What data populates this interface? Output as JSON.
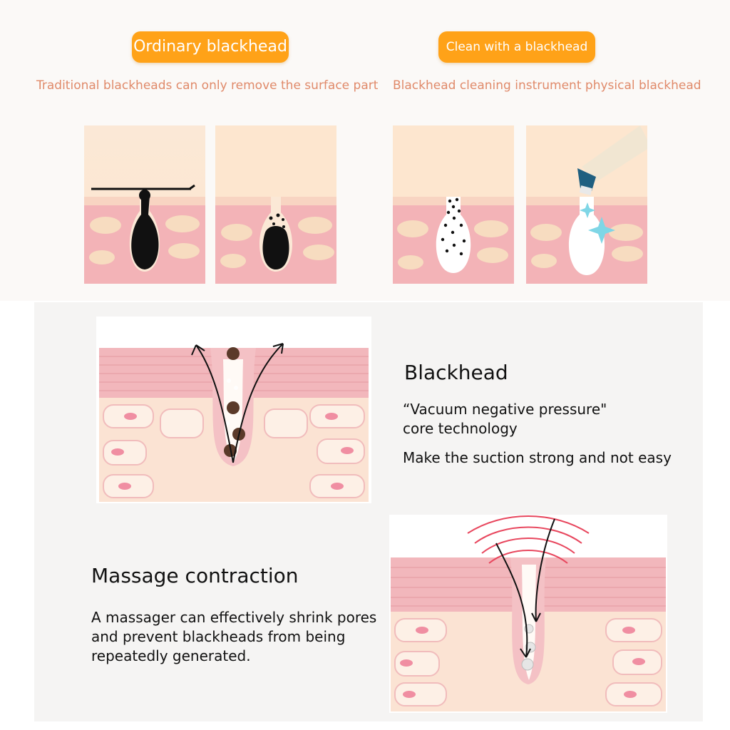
{
  "comparison": {
    "left": {
      "title": "Ordinary blackhead",
      "subtitle": "Traditional blackheads can only remove the surface part"
    },
    "right": {
      "title": "Clean with a blackhead",
      "subtitle": "Blackhead cleaning instrument physical blackhead"
    }
  },
  "blackhead": {
    "heading": "Blackhead",
    "line1": "“Vacuum negative pressure\"",
    "line2": "core technology",
    "line3": "Make the suction strong and not easy"
  },
  "massage": {
    "heading": "Massage contraction",
    "description": "A massager can effectively shrink pores and prevent blackheads from being repeatedly generated."
  },
  "colors": {
    "pill": "#ffa218",
    "subtitle": "#e08a6a",
    "skin": "#f3b3b7",
    "fat": "#f7dcc0"
  }
}
